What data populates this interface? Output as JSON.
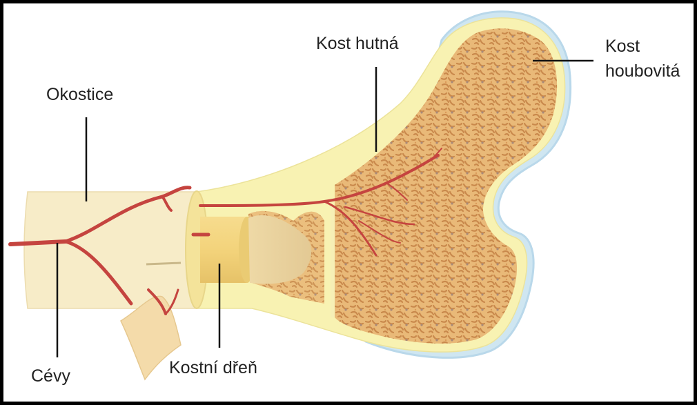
{
  "diagram": {
    "labels": {
      "okostice": "Okostice",
      "cevy": "Cévy",
      "kostni_dren": "Kostní dřeň",
      "kost_hutna": "Kost hutná",
      "kost_houbovita_line1": "Kost",
      "kost_houbovita_line2": "houbovitá"
    },
    "colors": {
      "background": "#000000",
      "panel": "#ffffff",
      "shaft": "#f7ecc8",
      "compact_bone": "#f8f2b2",
      "marrow": "#f1d27e",
      "spongy_bone": "#e9b978",
      "spongy_texture": "#c9894c",
      "periosteum_edge": "#b9d8ea",
      "vessels": "#c5443f",
      "leader_lines": "#111111"
    }
  }
}
